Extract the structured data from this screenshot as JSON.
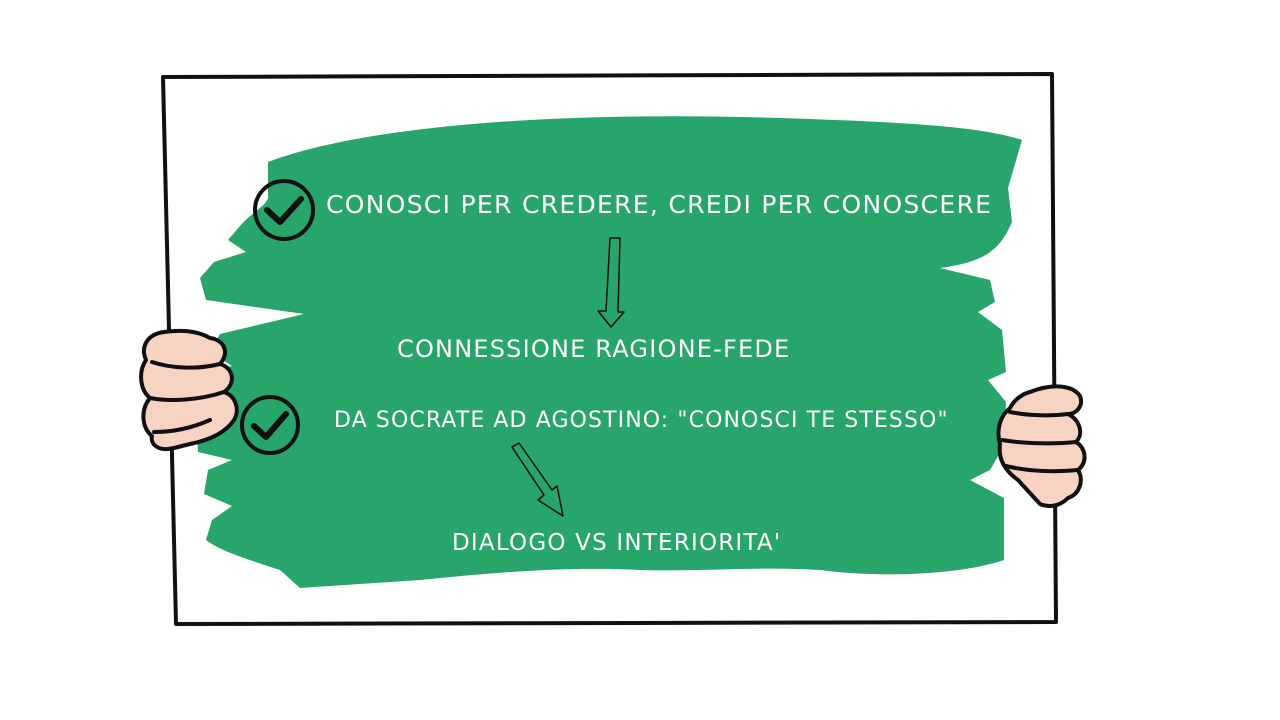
{
  "board": {
    "line1": "CONOSCI PER CREDERE, CREDI PER CONOSCERE",
    "line2": "CONNESSIONE RAGIONE-FEDE",
    "line3": "DA SOCRATE AD AGOSTINO: \"CONOSCI TE STESSO\"",
    "line4": "DIALOGO VS INTERIORITA'"
  },
  "colors": {
    "brush": "#27a56b",
    "skin": "#f7d3c4",
    "ink": "#111111",
    "text": "#ffffff"
  },
  "icons": [
    "check-circle-icon",
    "check-circle-icon",
    "arrow-down-icon",
    "arrow-down-right-icon"
  ]
}
